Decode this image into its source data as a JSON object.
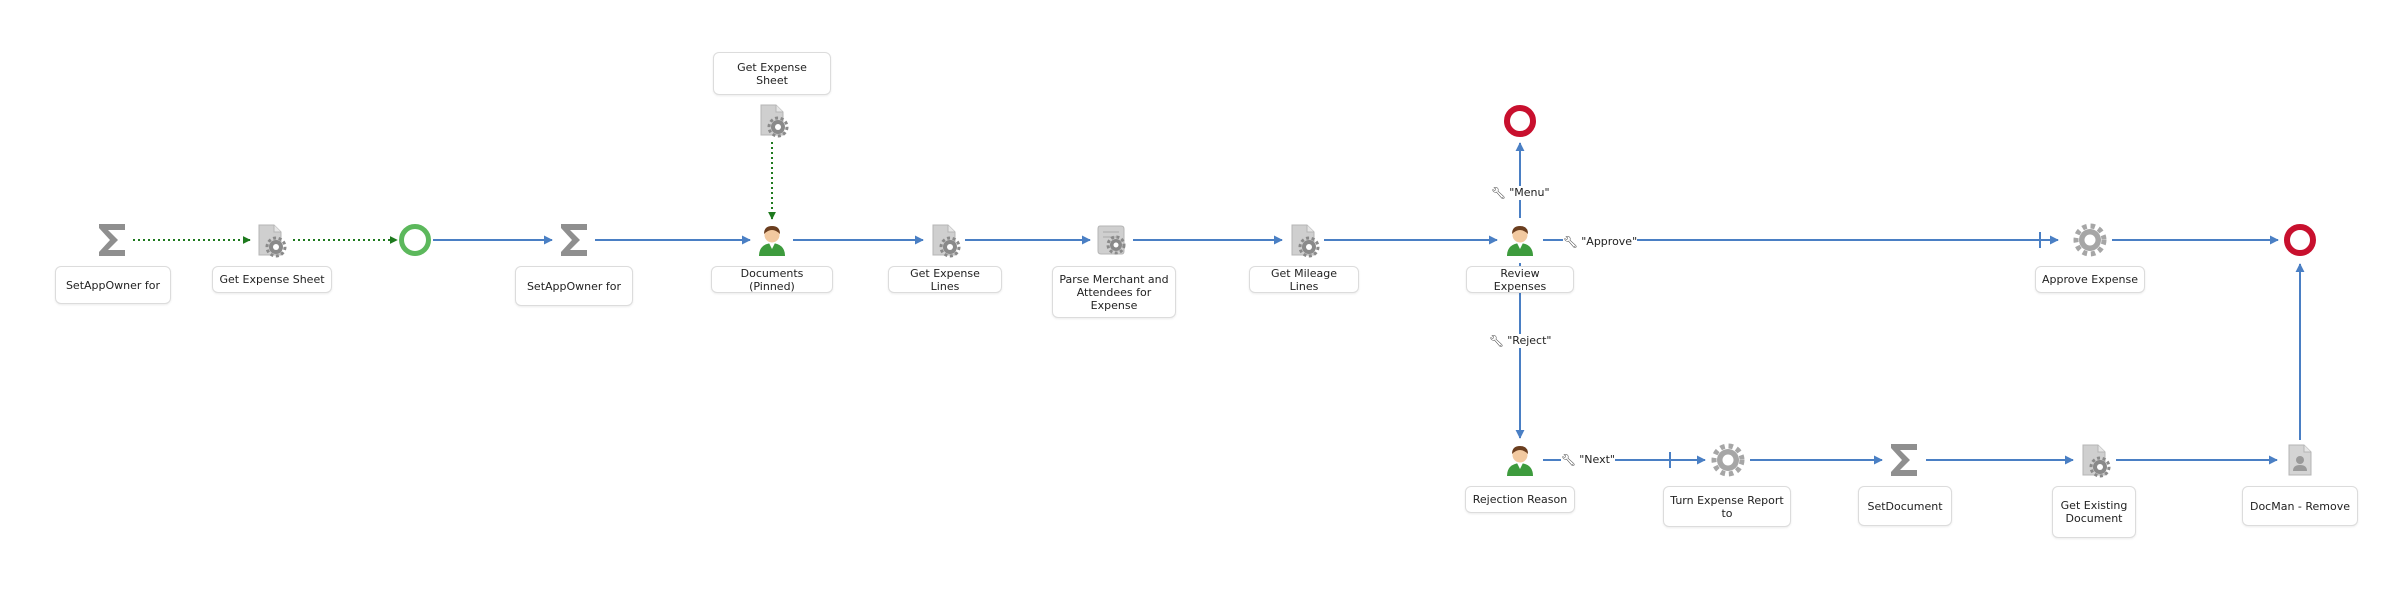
{
  "colors": {
    "flow": "#4a7fc4",
    "data_flow": "#1e7a1e",
    "start_event": "#5cb85c",
    "end_event": "#c8102e",
    "sigma": "#8f8f8f",
    "gear": "#a6a6a6",
    "doc": "#c9c9c9"
  },
  "nodes": {
    "n1": {
      "label": "SetAppOwner for",
      "icon": "sigma-icon"
    },
    "n2": {
      "label": "Get Expense Sheet",
      "icon": "document-gear-icon"
    },
    "n3": {
      "label": "",
      "icon": "start-event-icon"
    },
    "n4": {
      "label": "SetAppOwner for",
      "icon": "sigma-icon"
    },
    "n5": {
      "label": "Documents (Pinned)",
      "icon": "user-task-icon"
    },
    "n5b": {
      "label": "Get Expense Sheet",
      "icon": "document-gear-icon"
    },
    "n6": {
      "label": "Get Expense Lines",
      "icon": "document-gear-icon"
    },
    "n7": {
      "label": "Parse Merchant and Attendees for Expense",
      "icon": "script-gear-icon"
    },
    "n8": {
      "label": "Get Mileage Lines",
      "icon": "document-gear-icon"
    },
    "n9": {
      "label": "Review Expenses",
      "icon": "user-task-icon"
    },
    "n10": {
      "label": "",
      "icon": "end-event-icon"
    },
    "n11": {
      "label": "Approve Expense",
      "icon": "gear-icon"
    },
    "n12": {
      "label": "",
      "icon": "end-event-icon"
    },
    "n13": {
      "label": "Rejection Reason",
      "icon": "user-task-icon"
    },
    "n14": {
      "label": "Turn Expense Report to",
      "icon": "gear-icon"
    },
    "n15": {
      "label": "SetDocument",
      "icon": "sigma-icon"
    },
    "n16": {
      "label": "Get Existing Document",
      "icon": "document-gear-icon"
    },
    "n17": {
      "label": "DocMan - Remove",
      "icon": "document-user-icon"
    }
  },
  "edge_labels": {
    "menu": "\"Menu\"",
    "approve": "\"Approve\"",
    "reject": "\"Reject\"",
    "next": "\"Next\""
  }
}
